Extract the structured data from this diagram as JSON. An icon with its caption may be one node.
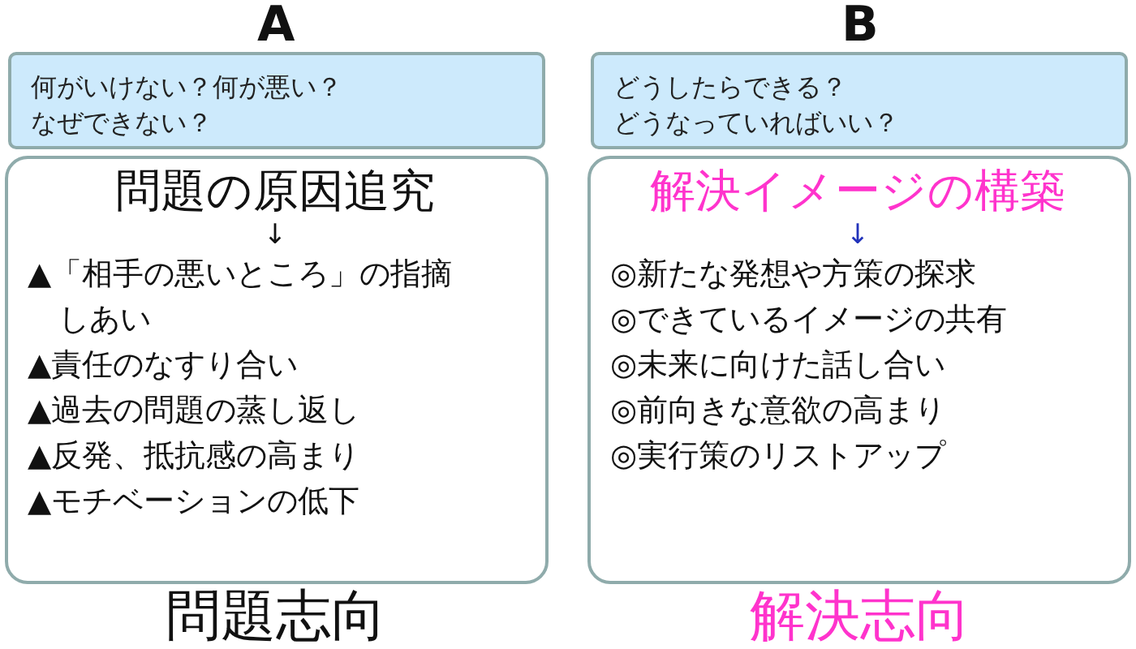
{
  "diagram": {
    "nodes": [
      {
        "text": [
          "何がいけない？何が悪い？",
          "なぜできない？"
        ]
      },
      {
        "text": [
          "どうしたらできる？",
          "どうなっていればいい？"
        ]
      },
      {
        "text": [
          "問題の原因追究",
          "↓",
          "▲「相手の悪いところ」の指摘しあい",
          "▲責任のなすり合い",
          "▲過去の問題の蒸し返し",
          "▲反発、抵抗感の高まり",
          "▲モチベーションの低下"
        ]
      },
      {
        "text": [
          "解決イメージの構築",
          "↓",
          "◎新たな発想や方策の探求",
          "◎できているイメージの共有",
          "◎未来に向けた話し合い",
          "◎前向きな意欲の高まり",
          "◎実行策のリストアップ"
        ]
      }
    ],
    "labels": [
      "A",
      "B",
      "問題志向",
      "解決志向"
    ]
  }
}
